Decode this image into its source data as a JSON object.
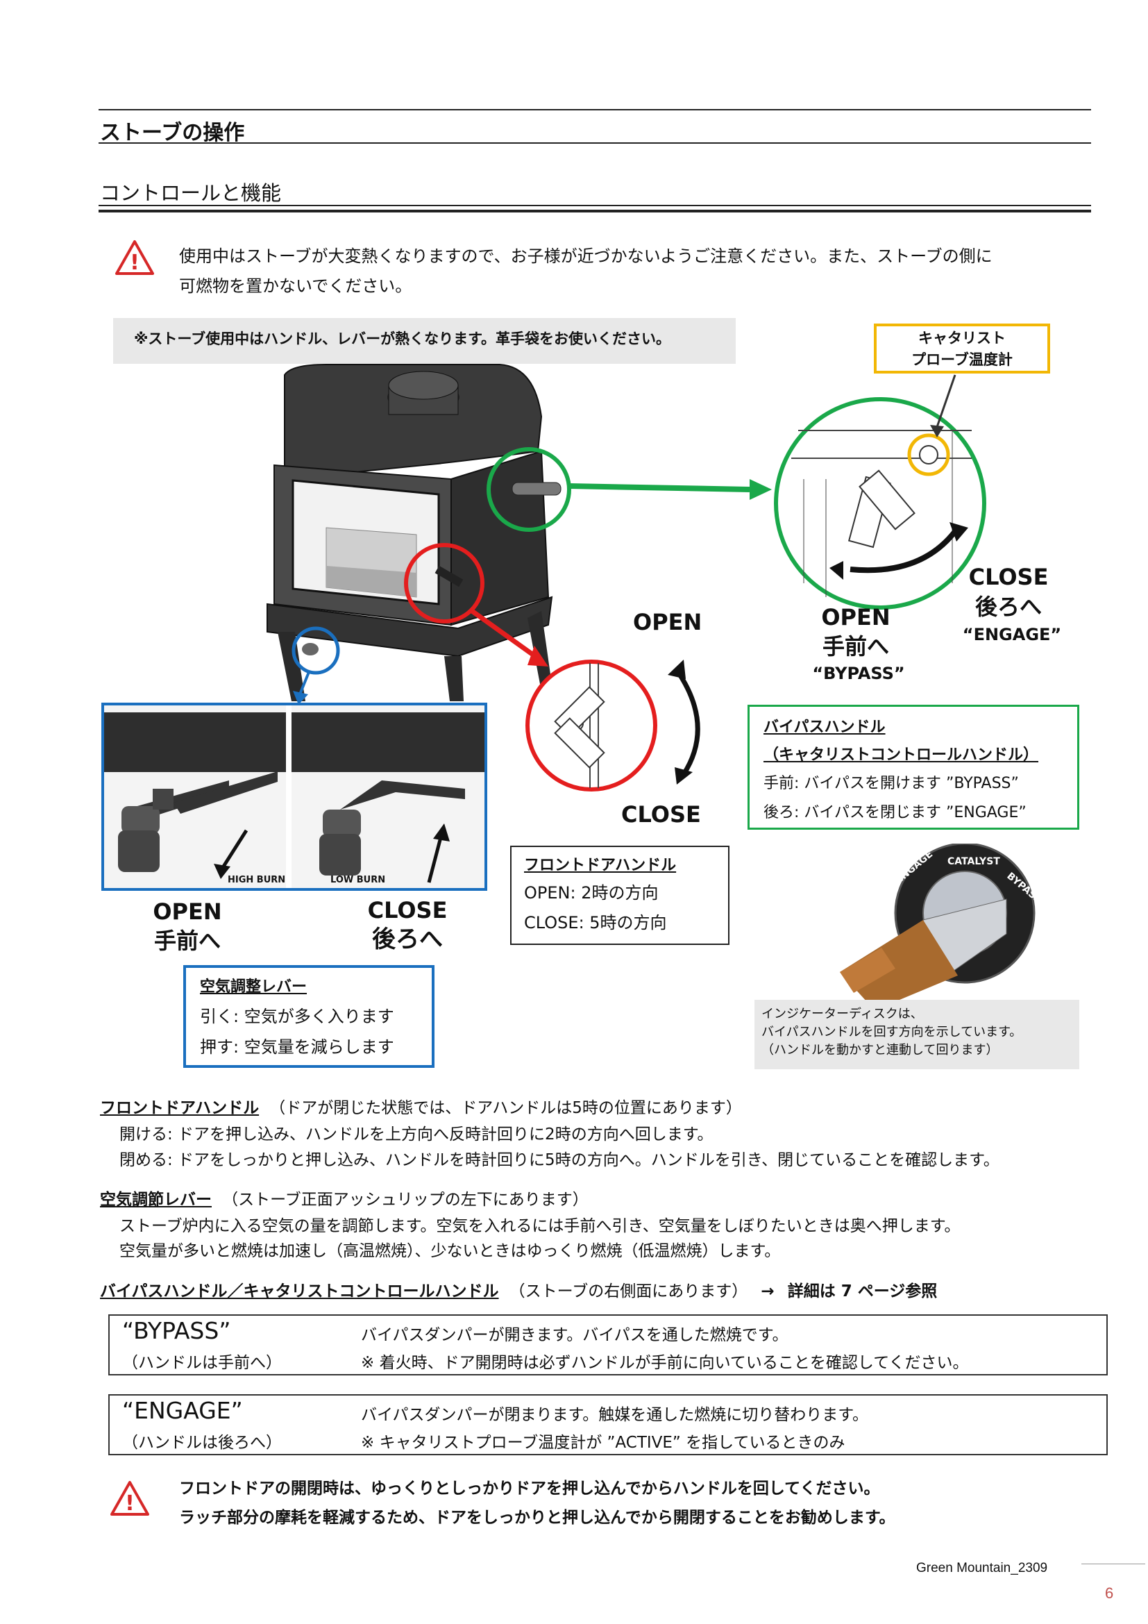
{
  "section_title": "ストーブの操作",
  "subsection_title": "コントロールと機能",
  "warning_top": {
    "line1": "使用中はストーブが大変熱くなりますので、お子様が近づかないようご注意ください。また、ストーブの側に",
    "line2": "可燃物を置かないでください。"
  },
  "gray_note": "※ストーブ使用中はハンドル、レバーが熱くなります。革手袋をお使いください。",
  "catalyst_probe_label": {
    "line1": "キャタリスト",
    "line2": "プローブ温度計"
  },
  "front_door_dial": {
    "open": "OPEN",
    "close": "CLOSE"
  },
  "bypass_dial": {
    "open": "OPEN",
    "open_jp": "手前へ",
    "open_q": "“BYPASS”",
    "close": "CLOSE",
    "close_jp": "後ろへ",
    "close_q": "“ENGAGE”"
  },
  "air_lever_photo": {
    "high_burn": "HIGH BURN",
    "low_burn": "LOW BURN",
    "open": "OPEN",
    "open_jp": "手前へ",
    "close": "CLOSE",
    "close_jp": "後ろへ"
  },
  "bypass_box": {
    "title1": "バイパスハンドル",
    "title2": "（キャタリストコントロールハンドル）",
    "line1": "手前:  バイパスを開けます  ”BYPASS”",
    "line2": "後ろ:  バイパスを閉じます  ”ENGAGE”"
  },
  "front_door_box": {
    "title": "フロントドアハンドル",
    "line1": "OPEN:  2時の方向",
    "line2": "CLOSE:  5時の方向"
  },
  "air_box": {
    "title": "空気調整レバー",
    "line1": "引く:  空気が多く入ります",
    "line2": "押す:  空気量を減らします"
  },
  "disc_labels": {
    "engage": "ENGAGE",
    "catalyst": "CATALYST",
    "bypass": "BYPASS"
  },
  "indicator_note": {
    "line1": "インジケーターディスクは、",
    "line2": "バイパスハンドルを回す方向を示しています。",
    "line3": "（ハンドルを動かすと連動して回ります）"
  },
  "front_door_section": {
    "title": "フロントドアハンドル",
    "sub": "（ドアが閉じた状態では、ドアハンドルは5時の位置にあります）",
    "line1": "開ける:  ドアを押し込み、ハンドルを上方向へ反時計回りに2時の方向へ回します。",
    "line2": "閉める:  ドアをしっかりと押し込み、ハンドルを時計回りに5時の方向へ。ハンドルを引き、閉じていることを確認します。"
  },
  "air_section": {
    "title": "空気調節レバー",
    "sub": "（ストーブ正面アッシュリップの左下にあります）",
    "line1": "ストーブ炉内に入る空気の量を調節します。空気を入れるには手前へ引き、空気量をしぼりたいときは奥へ押します。",
    "line2": "空気量が多いと燃焼は加速し（高温燃焼）、少ないときはゆっくり燃焼（低温燃焼）します。"
  },
  "bypass_section": {
    "title": "バイパスハンドル／キャタリストコントロールハンドル",
    "sub": "（ストーブの右側面にあります）",
    "arrow": "→",
    "ref": "詳細は 7 ページ参照"
  },
  "bypass_mode": {
    "name": "“BYPASS”",
    "sub": "（ハンドルは手前へ）",
    "desc1": "バイパスダンパーが開きます。バイパスを通した燃焼です。",
    "desc2": "※   着火時、ドア開閉時は必ずハンドルが手前に向いていることを確認してください。"
  },
  "engage_mode": {
    "name": "“ENGAGE”",
    "sub": "（ハンドルは後ろへ）",
    "desc1": "バイパスダンパーが閉まります。触媒を通した燃焼に切り替わります。",
    "desc2": "※   キャタリストプローブ温度計が  ”ACTIVE”  を指しているときのみ"
  },
  "warning_bottom": {
    "line1": "フロントドアの開閉時は、ゆっくりとしっかりドアを押し込んでからハンドルを回してください。",
    "line2": "ラッチ部分の摩耗を軽減するため、ドアをしっかりと押し込んでから開閉することをお勧めします。"
  },
  "footer": {
    "doc_id": "Green  Mountain_2309",
    "page_number": "6"
  },
  "colors": {
    "green": "#1aa84a",
    "red": "#e41e1e",
    "blue": "#1a6fbf",
    "yellow": "#f2b705",
    "warning_red": "#d62828"
  }
}
